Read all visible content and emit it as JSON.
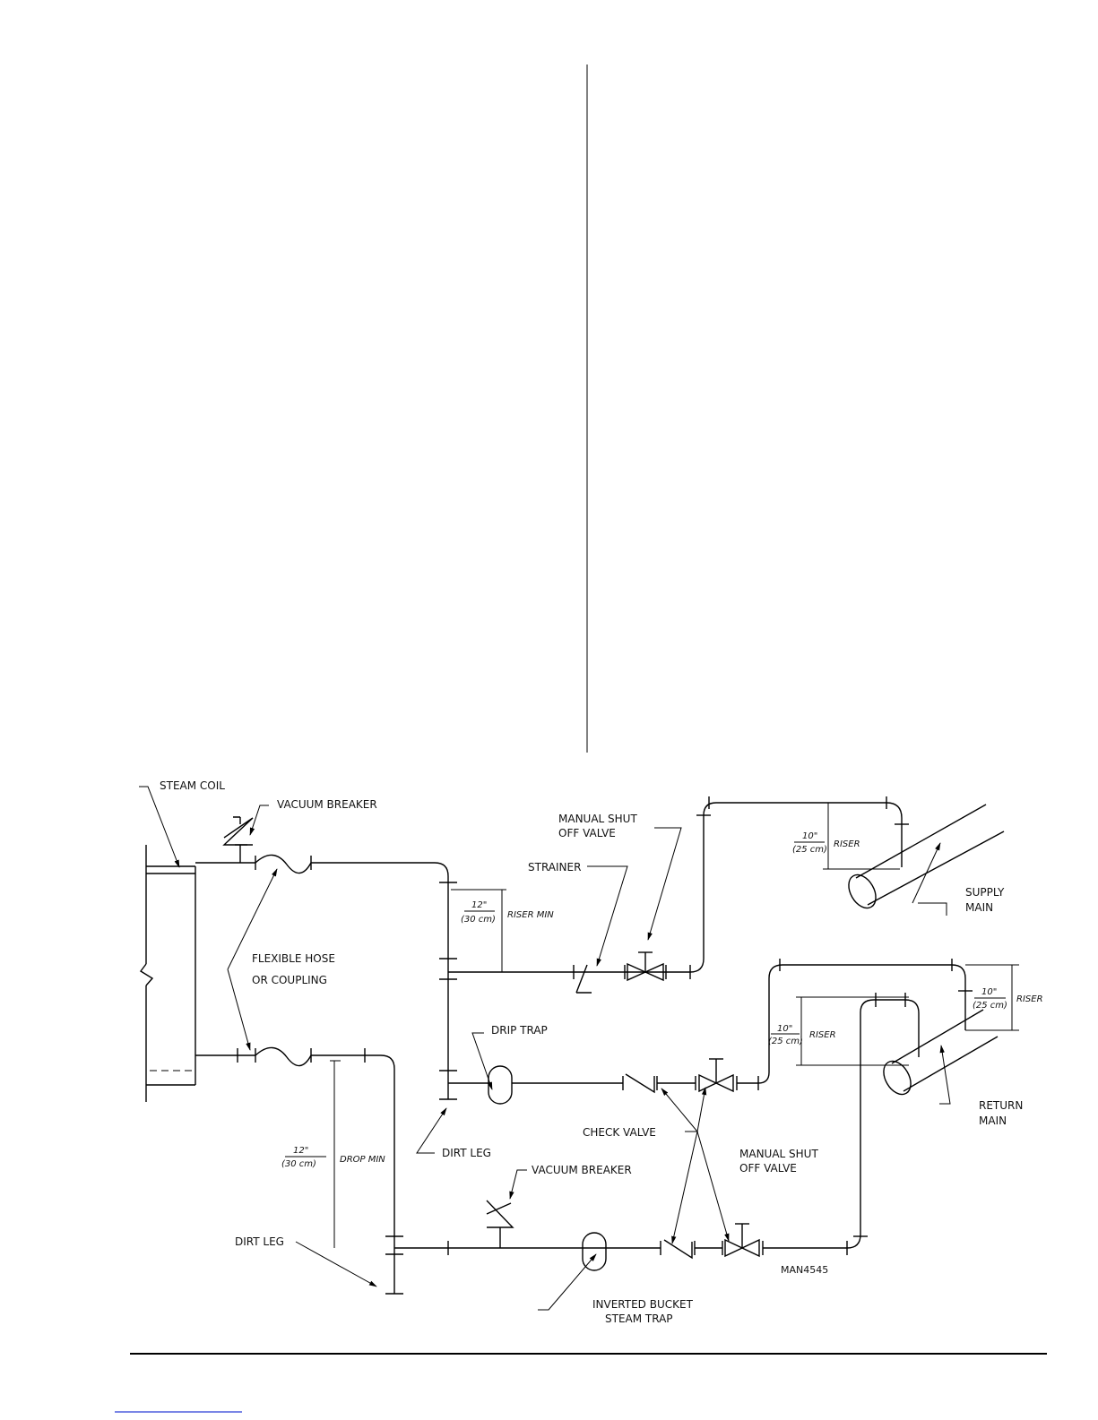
{
  "labels": {
    "steam_coil": "STEAM COIL",
    "vacuum_breaker_top": "VACUUM BREAKER",
    "flexible_hose_1": "FLEXIBLE HOSE",
    "flexible_hose_2": "OR COUPLING",
    "strainer": "STRAINER",
    "manual_shut_top_1": "MANUAL SHUT",
    "manual_shut_top_2": "OFF VALVE",
    "supply_main_1": "SUPPLY",
    "supply_main_2": "MAIN",
    "drip_trap": "DRIP TRAP",
    "dirt_leg_mid": "DIRT LEG",
    "check_valve": "CHECK VALVE",
    "vacuum_breaker_bottom": "VACUUM BREAKER",
    "manual_shut_bottom_1": "MANUAL SHUT",
    "manual_shut_bottom_2": "OFF VALVE",
    "return_main_1": "RETURN",
    "return_main_2": "MAIN",
    "dirt_leg_left": "DIRT LEG",
    "inverted_bucket_1": "INVERTED BUCKET",
    "inverted_bucket_2": "STEAM TRAP",
    "drawing_code": "MAN4545"
  },
  "dimensions": {
    "riser_min_top": "12\"",
    "riser_min_bottom": "(30 cm)",
    "riser_min_word": "RISER MIN",
    "drop_min_top": "12\"",
    "drop_min_bottom": "(30 cm)",
    "drop_min_word": "DROP MIN",
    "supply_riser_top": "10\"",
    "supply_riser_bottom": "(25 cm)",
    "supply_riser_word": "RISER",
    "return_riser_outer_top": "10\"",
    "return_riser_outer_bottom": "(25 cm)",
    "return_riser_outer_word": "RISER",
    "return_riser_inner_top": "10\"",
    "return_riser_inner_bottom": "(25 cm)",
    "return_riser_inner_word": "RISER"
  }
}
